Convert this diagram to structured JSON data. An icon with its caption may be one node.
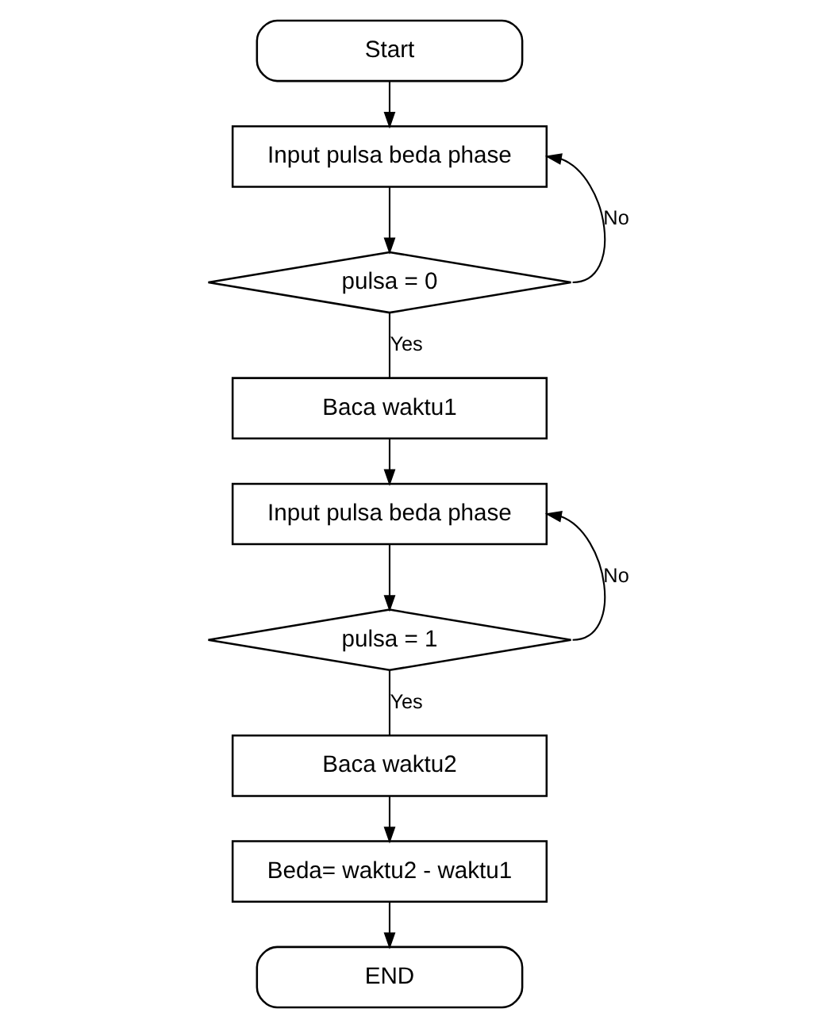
{
  "diagram": {
    "nodes": [
      {
        "text": [
          "Start"
        ]
      },
      {
        "text": [
          "Input pulsa beda phase"
        ]
      },
      {
        "text": [
          "pulsa = 0"
        ]
      },
      {
        "text": [
          "Baca waktu1"
        ]
      },
      {
        "text": [
          "Input pulsa beda phase"
        ]
      },
      {
        "text": [
          "pulsa = 1"
        ]
      },
      {
        "text": [
          "Baca waktu2"
        ]
      },
      {
        "text": [
          "Beda= waktu2 - waktu1"
        ]
      },
      {
        "text": [
          "END"
        ]
      }
    ],
    "edges": [
      {
        "from": 0,
        "to": 1,
        "arrow": "to"
      },
      {
        "from": 1,
        "to": 2,
        "arrow": "to"
      },
      {
        "from": 2,
        "to": 3,
        "label": "Yes",
        "arrow": "none"
      },
      {
        "from": 3,
        "to": 4,
        "arrow": "to"
      },
      {
        "from": 4,
        "to": 5,
        "arrow": "to"
      },
      {
        "from": 5,
        "to": 6,
        "label": "Yes",
        "arrow": "none"
      },
      {
        "from": 6,
        "to": 7,
        "arrow": "to"
      },
      {
        "from": 7,
        "to": 8,
        "arrow": "to"
      },
      {
        "from": 2,
        "to": 1,
        "label": "No",
        "arrow": "to"
      },
      {
        "from": 5,
        "to": 4,
        "label": "No",
        "arrow": "to"
      }
    ]
  }
}
